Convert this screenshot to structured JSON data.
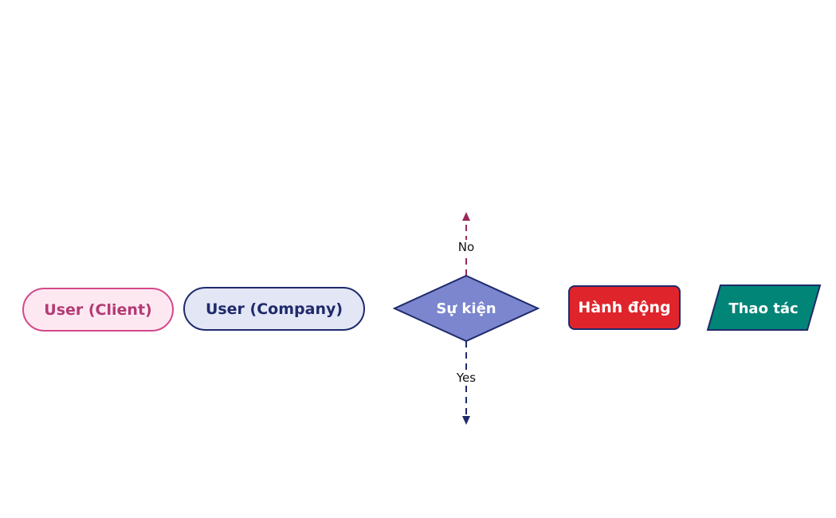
{
  "nodes": {
    "user_client": "User (Client)",
    "user_company": "User (Company)",
    "event": "Sự kiện",
    "action": "Hành động",
    "operation": "Thao tác"
  },
  "edges": {
    "no_label": "No",
    "yes_label": "Yes"
  },
  "colors": {
    "client_border": "#d4488a",
    "client_fill": "#fde8f2",
    "company_border": "#1f2a6b",
    "company_fill": "#e3e6f5",
    "event_fill": "#7b86cf",
    "action_fill": "#e0242b",
    "operation_fill": "#008577",
    "no_arrow": "#9b2a5c",
    "yes_arrow": "#1f2a6b"
  }
}
